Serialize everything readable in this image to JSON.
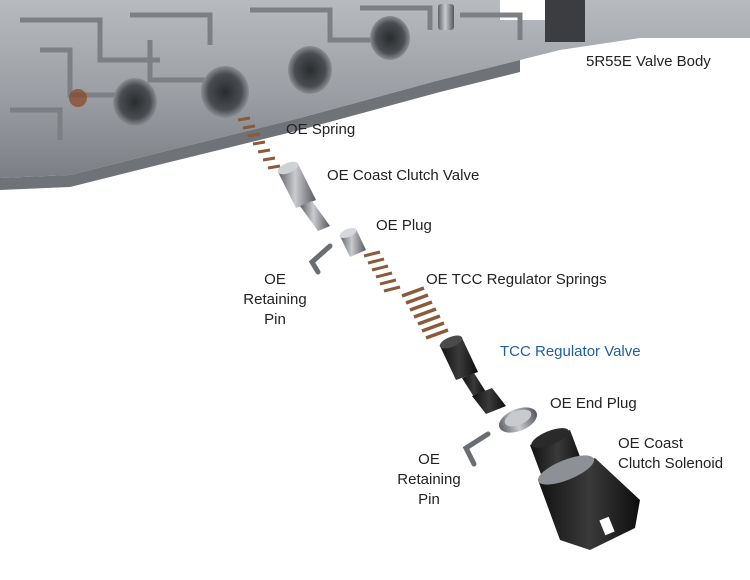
{
  "title": "5R55E Valve Body",
  "labels": {
    "oe_spring": "OE Spring",
    "oe_coast_clutch_valve": "OE Coast Clutch Valve",
    "oe_plug": "OE Plug",
    "oe_retaining_pin_upper": [
      "OE",
      "Retaining",
      "Pin"
    ],
    "oe_tcc_regulator_springs": "OE TCC Regulator Springs",
    "tcc_regulator_valve": "TCC Regulator Valve",
    "oe_end_plug": "OE End Plug",
    "oe_retaining_pin_lower": [
      "OE",
      "Retaining",
      "Pin"
    ],
    "oe_coast_clutch_solenoid": [
      "OE Coast",
      "Clutch Solenoid"
    ]
  },
  "colors": {
    "label_text": "#222222",
    "highlight_label": "#1f5f9a",
    "casting": "#9a9ea3",
    "casting_shadow": "#6f7378",
    "bore": "#3c3f43",
    "spring": "#8a5a3a",
    "valve_metal": "#8f9296",
    "solenoid_body": "#1c1c1c"
  }
}
